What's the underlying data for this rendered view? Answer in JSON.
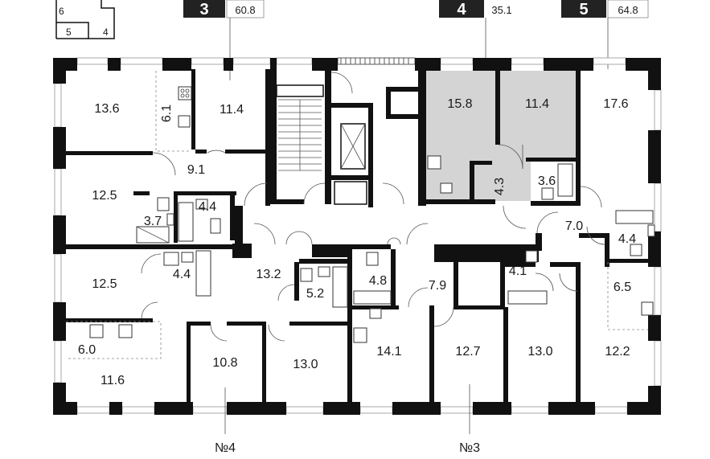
{
  "minimap": {
    "labels": [
      "6",
      "5",
      "4"
    ]
  },
  "callouts": [
    {
      "id": "apt-3",
      "number": "3",
      "areas": [
        "60.8"
      ],
      "partial": "60.8"
    },
    {
      "id": "apt-4",
      "number": "4",
      "areas": [
        "35.1"
      ]
    },
    {
      "id": "apt-5",
      "number": "5",
      "areas": [
        "64.8"
      ]
    }
  ],
  "rooms": [
    {
      "label": "13.6"
    },
    {
      "label": "6.1"
    },
    {
      "label": "11.4"
    },
    {
      "label": "9.1"
    },
    {
      "label": "12.5"
    },
    {
      "label": "4.4"
    },
    {
      "label": "3.7"
    },
    {
      "label": "15.8"
    },
    {
      "label": "11.4"
    },
    {
      "label": "17.6"
    },
    {
      "label": "4.3"
    },
    {
      "label": "3.6"
    },
    {
      "label": "7.0"
    },
    {
      "label": "4.4"
    },
    {
      "label": "12.5"
    },
    {
      "label": "4.4"
    },
    {
      "label": "13.2"
    },
    {
      "label": "5.2"
    },
    {
      "label": "4.8"
    },
    {
      "label": "7.9"
    },
    {
      "label": "4.1"
    },
    {
      "label": "6.5"
    },
    {
      "label": "6.0"
    },
    {
      "label": "11.6"
    },
    {
      "label": "10.8"
    },
    {
      "label": "13.0"
    },
    {
      "label": "14.1"
    },
    {
      "label": "12.7"
    },
    {
      "label": "13.0"
    },
    {
      "label": "12.2"
    }
  ],
  "entrances": [
    {
      "label": "№4"
    },
    {
      "label": "№3"
    }
  ],
  "colors": {
    "wall": "#111111",
    "highlight": "#d4d4d4",
    "background": "#ffffff"
  }
}
